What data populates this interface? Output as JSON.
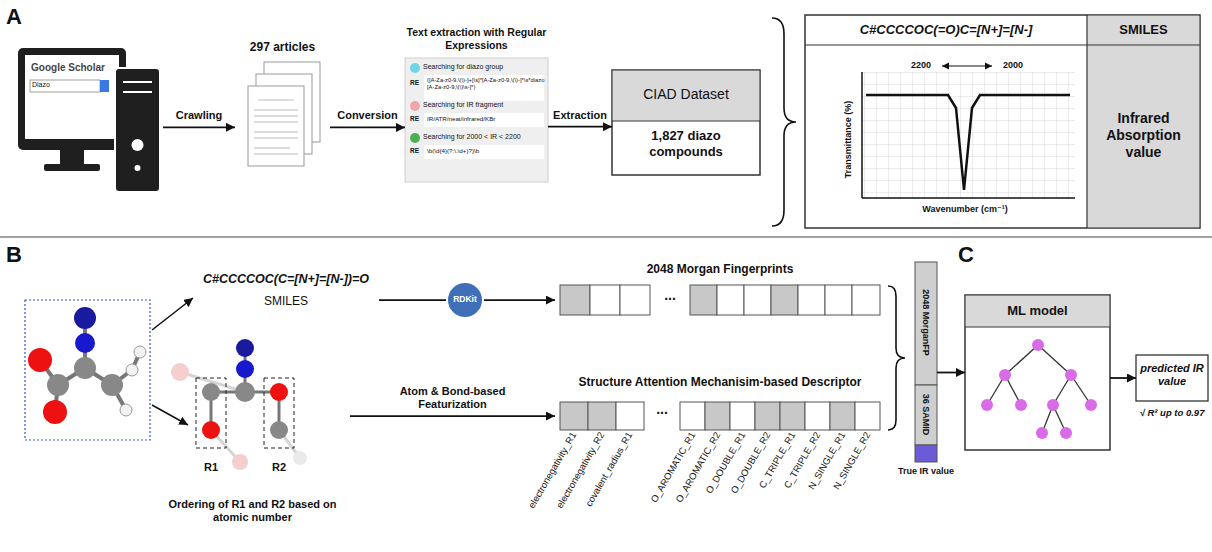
{
  "diagram": {
    "nodes": [
      {
        "text": [
          "Google Scholar",
          "Diazo"
        ]
      },
      {
        "text": [
          "297 articles"
        ]
      },
      {
        "text": [
          "Text extraction with Regular Expressions",
          "Searching for diazo group",
          "RE",
          "([A-Za-z0-9,\\(\\)-]+[\\s]*[A-Za-z0-9,\\(\\)-]*\\s*diazo[A-Za-z0-9,\\(\\)\\s-]*)",
          "Searching for IR fragment",
          "RE",
          "IR/ATR/neat/infrared/KBr",
          "Searching for 2000 < IR < 2200",
          "RE",
          "\\b(\\d{4}(?:\\.\\d+)?)\\b"
        ]
      },
      {
        "text": [
          "CIAD Dataset",
          "1,827 diazo compounds"
        ]
      },
      {
        "text": [
          "C#CCCCOC(=O)C=[N+]=[N-]",
          "SMILES",
          "Infrared Absorption value"
        ]
      },
      {
        "text": [
          "C#CCCCOC(C=[N+]=[N-])=O",
          "SMILES"
        ]
      },
      {
        "text": [
          "RDKit"
        ]
      },
      {
        "text": [
          "2048 Morgan Fingerprints",
          "..."
        ]
      },
      {
        "text": [
          "Ordering of R1 and R2 based on atomic number"
        ]
      },
      {
        "text": [
          "Structure Attention Mechanisim-based Descriptor",
          "..."
        ]
      },
      {
        "text": [
          "2048 MorganFP",
          "36 SAMID",
          "True IR value"
        ]
      },
      {
        "text": [
          "ML model"
        ]
      },
      {
        "text": [
          "predicted IR value",
          "√ R² up to 0.97"
        ]
      }
    ],
    "edges": [
      {
        "from": 0,
        "to": 1,
        "arrow": "to",
        "label": "Crawling"
      },
      {
        "from": 1,
        "to": 2,
        "arrow": "to",
        "label": "Conversion"
      },
      {
        "from": 2,
        "to": 3,
        "arrow": "to",
        "label": "Extraction"
      },
      {
        "from": 5,
        "to": 7,
        "arrow": "to"
      },
      {
        "from": 8,
        "to": 9,
        "arrow": "to",
        "label": "Atom & Bond-based Featurization"
      },
      {
        "from": 10,
        "to": 11,
        "arrow": "to"
      },
      {
        "from": 11,
        "to": 12,
        "arrow": "to"
      }
    ],
    "labels": [
      "A",
      "B",
      "C",
      "R1",
      "R2",
      "2200",
      "2000",
      "Transmittance (%)",
      "Wavenumber (cm⁻¹)",
      "electronegativity_R1",
      "electronegativity_R2",
      "covalent_radius_R1",
      "O_AROMATIC_R1",
      "O_AROMATIC_R2",
      "O_DOUBLE_R1",
      "O_DOUBLE_R2",
      "C_TRIPLE_R1",
      "C_TRIPLE_R2",
      "N_SINGLE_R1",
      "N_SINGLE_R2"
    ]
  }
}
